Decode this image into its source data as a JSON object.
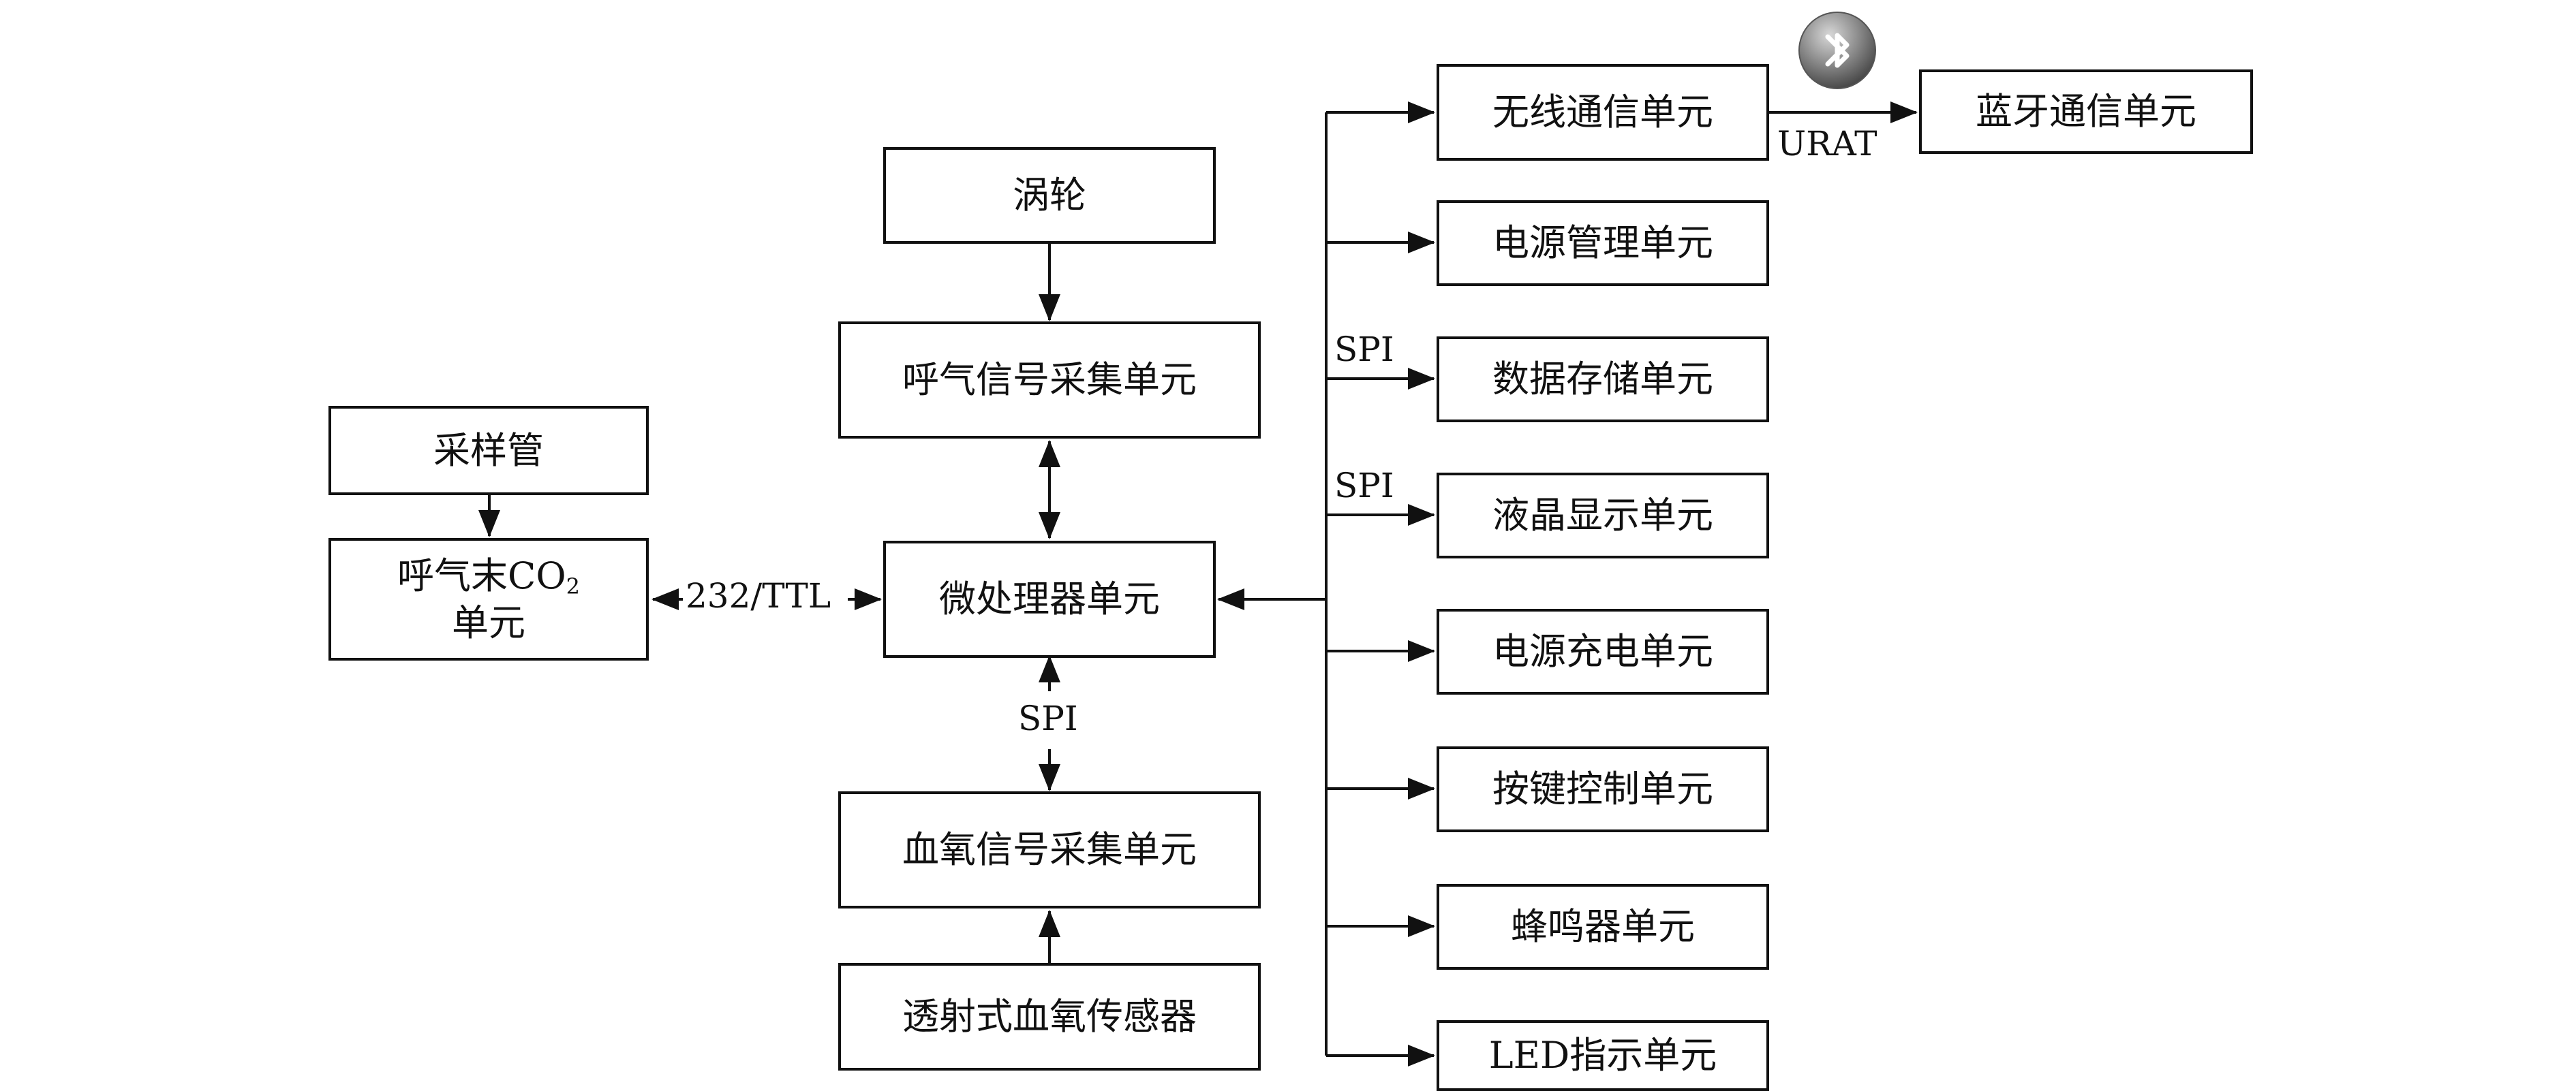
{
  "boxes": {
    "turbine": "涡轮",
    "breath_signal": "呼气信号采集单元",
    "sampling_tube": "采样管",
    "etco2_line1": "呼气末CO",
    "etco2_sub": "2",
    "etco2_line2": "单元",
    "mcu": "微处理器单元",
    "spo2_signal": "血氧信号采集单元",
    "spo2_sensor": "透射式血氧传感器",
    "wireless": "无线通信单元",
    "bluetooth": "蓝牙通信单元",
    "power_mgmt": "电源管理单元",
    "storage": "数据存储单元",
    "lcd": "液晶显示单元",
    "charging": "电源充电单元",
    "keys": "按键控制单元",
    "buzzer": "蜂鸣器单元",
    "led": "LED指示单元"
  },
  "labels": {
    "uart": "URAT",
    "serial": "232/TTL",
    "spi_mcu": "SPI",
    "spi_storage": "SPI",
    "spi_lcd": "SPI"
  },
  "icons": {
    "bluetooth": "bluetooth-icon"
  }
}
